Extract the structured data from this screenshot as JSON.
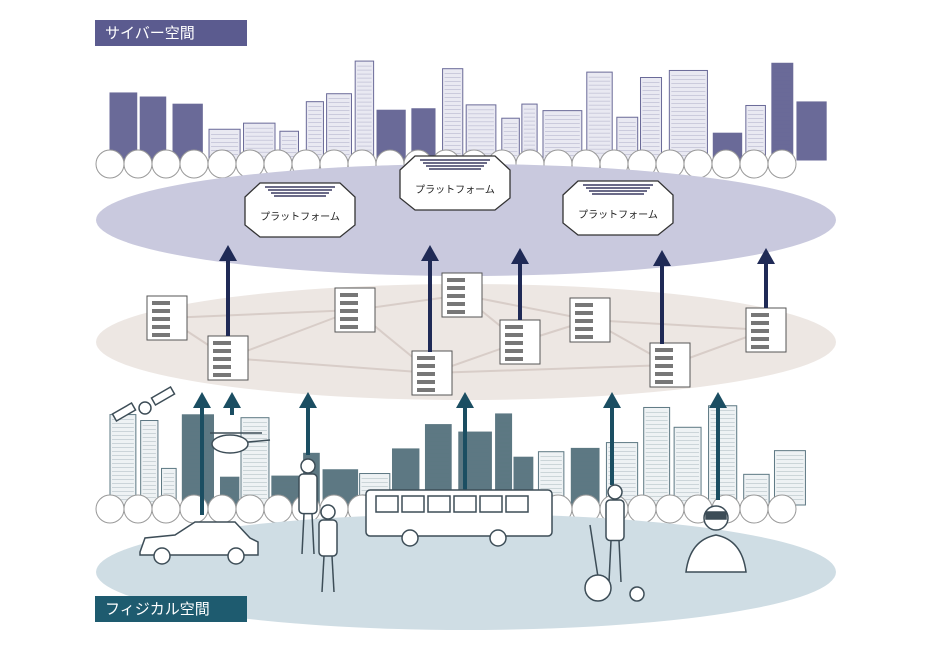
{
  "cyber_space": {
    "label": "サイバー空間",
    "color": "#5b5b8f",
    "layer_color": "#c9c9de"
  },
  "physical_space": {
    "label": "フィジカル空間",
    "color": "#1e5b6f",
    "layer_color": "#cfdde4"
  },
  "network_layer": {
    "color": "#ede7e3"
  },
  "platforms": [
    {
      "label": "プラットフォーム"
    },
    {
      "label": "プラットフォーム"
    },
    {
      "label": "プラットフォーム"
    }
  ],
  "arrow_colors": {
    "upper": "#1f2a56",
    "lower": "#1b4e62"
  }
}
